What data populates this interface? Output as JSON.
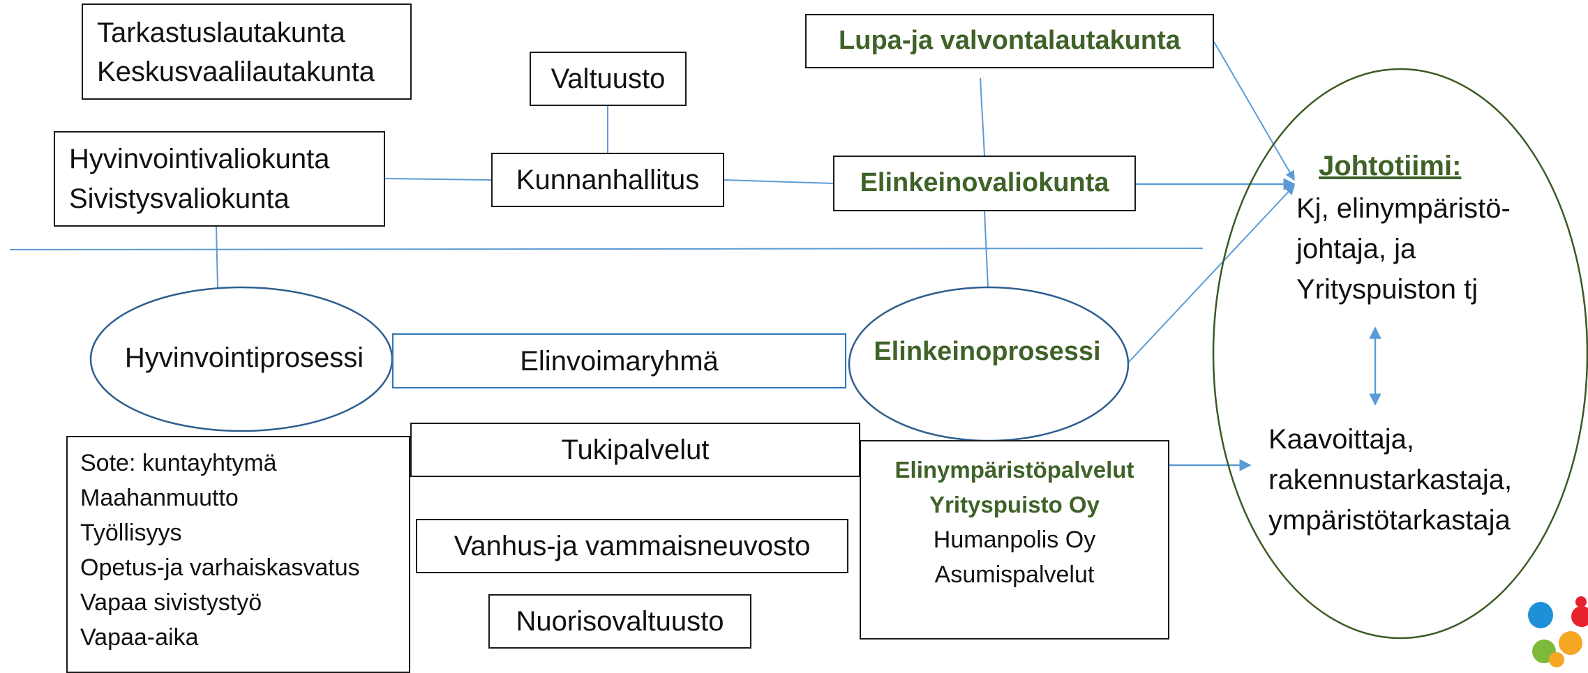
{
  "colors": {
    "line": "#5b9bd5",
    "accent_green": "#3f6228",
    "ellipse_blue": "#2e5e8e",
    "ellipse_green": "#3a5a22"
  },
  "boxes": {
    "tarkastus": [
      "Tarkastuslautakunta",
      "Keskusvaalilautakunta"
    ],
    "valtuusto": "Valtuusto",
    "kunnanhallitus": "Kunnanhallitus",
    "hyvinvointivaliokunta": [
      "Hyvinvointivaliokunta",
      "Sivistysvaliokunta"
    ],
    "lupa": "Lupa-ja valvontalautakunta",
    "elinkeinovaliokunta": "Elinkeinovaliokunta",
    "elinvoimaryhma": "Elinvoimaryhmä",
    "tukipalvelut": "Tukipalvelut",
    "vanhus": "Vanhus-ja vammaisneuvosto",
    "nuoriso": "Nuorisovaltuusto"
  },
  "ellipses": {
    "hyvinvointiprosessi": "Hyvinvointiprosessi",
    "elinkeinoprosessi": "Elinkeinoprosessi"
  },
  "sote_list": [
    "Sote: kuntayhtymä",
    "Maahanmuutto",
    "Työllisyys",
    "Opetus-ja varhaiskasvatus",
    "Vapaa sivistystyö",
    "Vapaa-aika"
  ],
  "services": {
    "green": [
      "Elinympäristöpalvelut",
      "Yrityspuisto Oy"
    ],
    "black": [
      "Humanpolis Oy",
      "Asumispalvelut"
    ]
  },
  "johtotiimi": {
    "title": "Johtotiimi:",
    "members": [
      "Kj, elinympäristö-",
      "johtaja, ja",
      "Yrityspuiston tj"
    ],
    "experts": [
      "Kaavoittaja,",
      "rakennustarkastaja,",
      "ympäristötarkastaja"
    ]
  },
  "logo": {
    "dots": [
      "#1e90d8",
      "#e8222d",
      "#7dba3c",
      "#f5a623"
    ]
  }
}
